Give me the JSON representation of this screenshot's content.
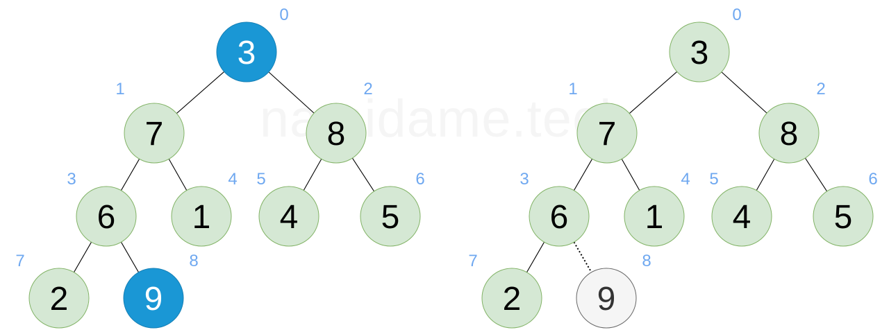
{
  "watermark": "namidame.tech",
  "colors": {
    "node_fill": "#d5e8d4",
    "node_stroke": "#82b366",
    "highlight_fill": "#1a97d5",
    "highlight_stroke": "#1680b6",
    "removed_fill": "#f5f5f5",
    "removed_stroke": "#666666",
    "index_label": "#6fa8f0",
    "edge": "#000000"
  },
  "trees": [
    {
      "nodes": [
        {
          "index": "0",
          "value": "3",
          "state": "highlight"
        },
        {
          "index": "1",
          "value": "7",
          "state": "normal"
        },
        {
          "index": "2",
          "value": "8",
          "state": "normal"
        },
        {
          "index": "3",
          "value": "6",
          "state": "normal"
        },
        {
          "index": "4",
          "value": "1",
          "state": "normal"
        },
        {
          "index": "5",
          "value": "4",
          "state": "normal"
        },
        {
          "index": "6",
          "value": "5",
          "state": "normal"
        },
        {
          "index": "7",
          "value": "2",
          "state": "normal"
        },
        {
          "index": "8",
          "value": "9",
          "state": "highlight"
        }
      ],
      "edges": [
        {
          "from": 0,
          "to": 1,
          "style": "solid"
        },
        {
          "from": 0,
          "to": 2,
          "style": "solid"
        },
        {
          "from": 1,
          "to": 3,
          "style": "solid"
        },
        {
          "from": 1,
          "to": 4,
          "style": "solid"
        },
        {
          "from": 2,
          "to": 5,
          "style": "solid"
        },
        {
          "from": 2,
          "to": 6,
          "style": "solid"
        },
        {
          "from": 3,
          "to": 7,
          "style": "solid"
        },
        {
          "from": 3,
          "to": 8,
          "style": "solid"
        }
      ]
    },
    {
      "nodes": [
        {
          "index": "0",
          "value": "3",
          "state": "normal"
        },
        {
          "index": "1",
          "value": "7",
          "state": "normal"
        },
        {
          "index": "2",
          "value": "8",
          "state": "normal"
        },
        {
          "index": "3",
          "value": "6",
          "state": "normal"
        },
        {
          "index": "4",
          "value": "1",
          "state": "normal"
        },
        {
          "index": "5",
          "value": "4",
          "state": "normal"
        },
        {
          "index": "6",
          "value": "5",
          "state": "normal"
        },
        {
          "index": "7",
          "value": "2",
          "state": "normal"
        },
        {
          "index": "8",
          "value": "9",
          "state": "removed"
        }
      ],
      "edges": [
        {
          "from": 0,
          "to": 1,
          "style": "solid"
        },
        {
          "from": 0,
          "to": 2,
          "style": "solid"
        },
        {
          "from": 1,
          "to": 3,
          "style": "solid"
        },
        {
          "from": 1,
          "to": 4,
          "style": "solid"
        },
        {
          "from": 2,
          "to": 5,
          "style": "solid"
        },
        {
          "from": 2,
          "to": 6,
          "style": "solid"
        },
        {
          "from": 3,
          "to": 7,
          "style": "solid"
        },
        {
          "from": 3,
          "to": 8,
          "style": "dotted"
        }
      ]
    }
  ]
}
